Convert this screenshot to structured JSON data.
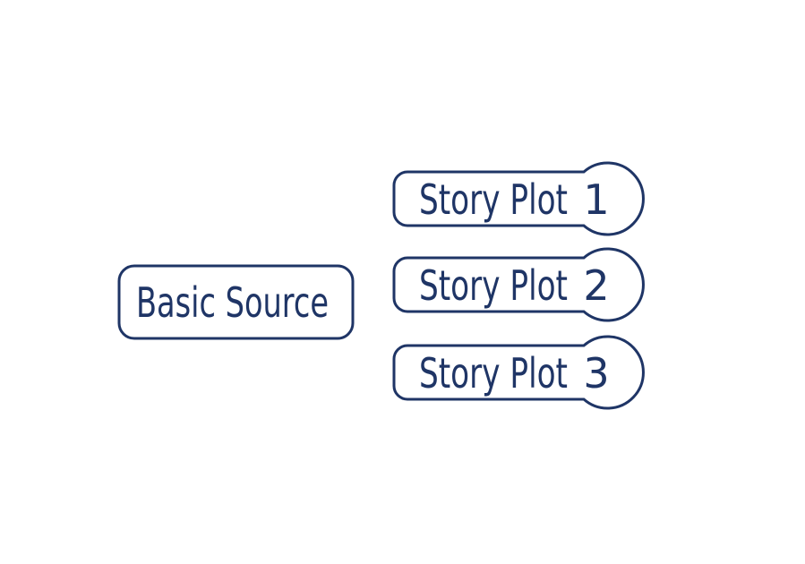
{
  "colors": {
    "stroke": "#1f3566",
    "text": "#1f3566",
    "background": "#ffffff"
  },
  "source": {
    "label": "Basic Source"
  },
  "plots": [
    {
      "label": "Story Plot",
      "number": "1"
    },
    {
      "label": "Story Plot",
      "number": "2"
    },
    {
      "label": "Story Plot",
      "number": "3"
    }
  ]
}
